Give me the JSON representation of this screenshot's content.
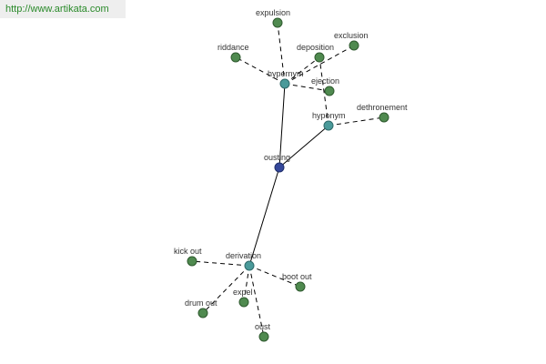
{
  "watermark": "http://www.artikata.com",
  "graph": {
    "center": "ousting",
    "relations": {
      "hypernym": "hypernym",
      "hyponym": "hyponym",
      "derivation": "derivation"
    },
    "terms": {
      "expulsion": "expulsion",
      "exclusion": "exclusion",
      "riddance": "riddance",
      "deposition": "deposition",
      "ejection": "ejection",
      "dethronement": "dethronement",
      "kick_out": "kick out",
      "boot_out": "boot out",
      "drum_out": "drum out",
      "expel": "expel",
      "oust": "oust"
    }
  }
}
